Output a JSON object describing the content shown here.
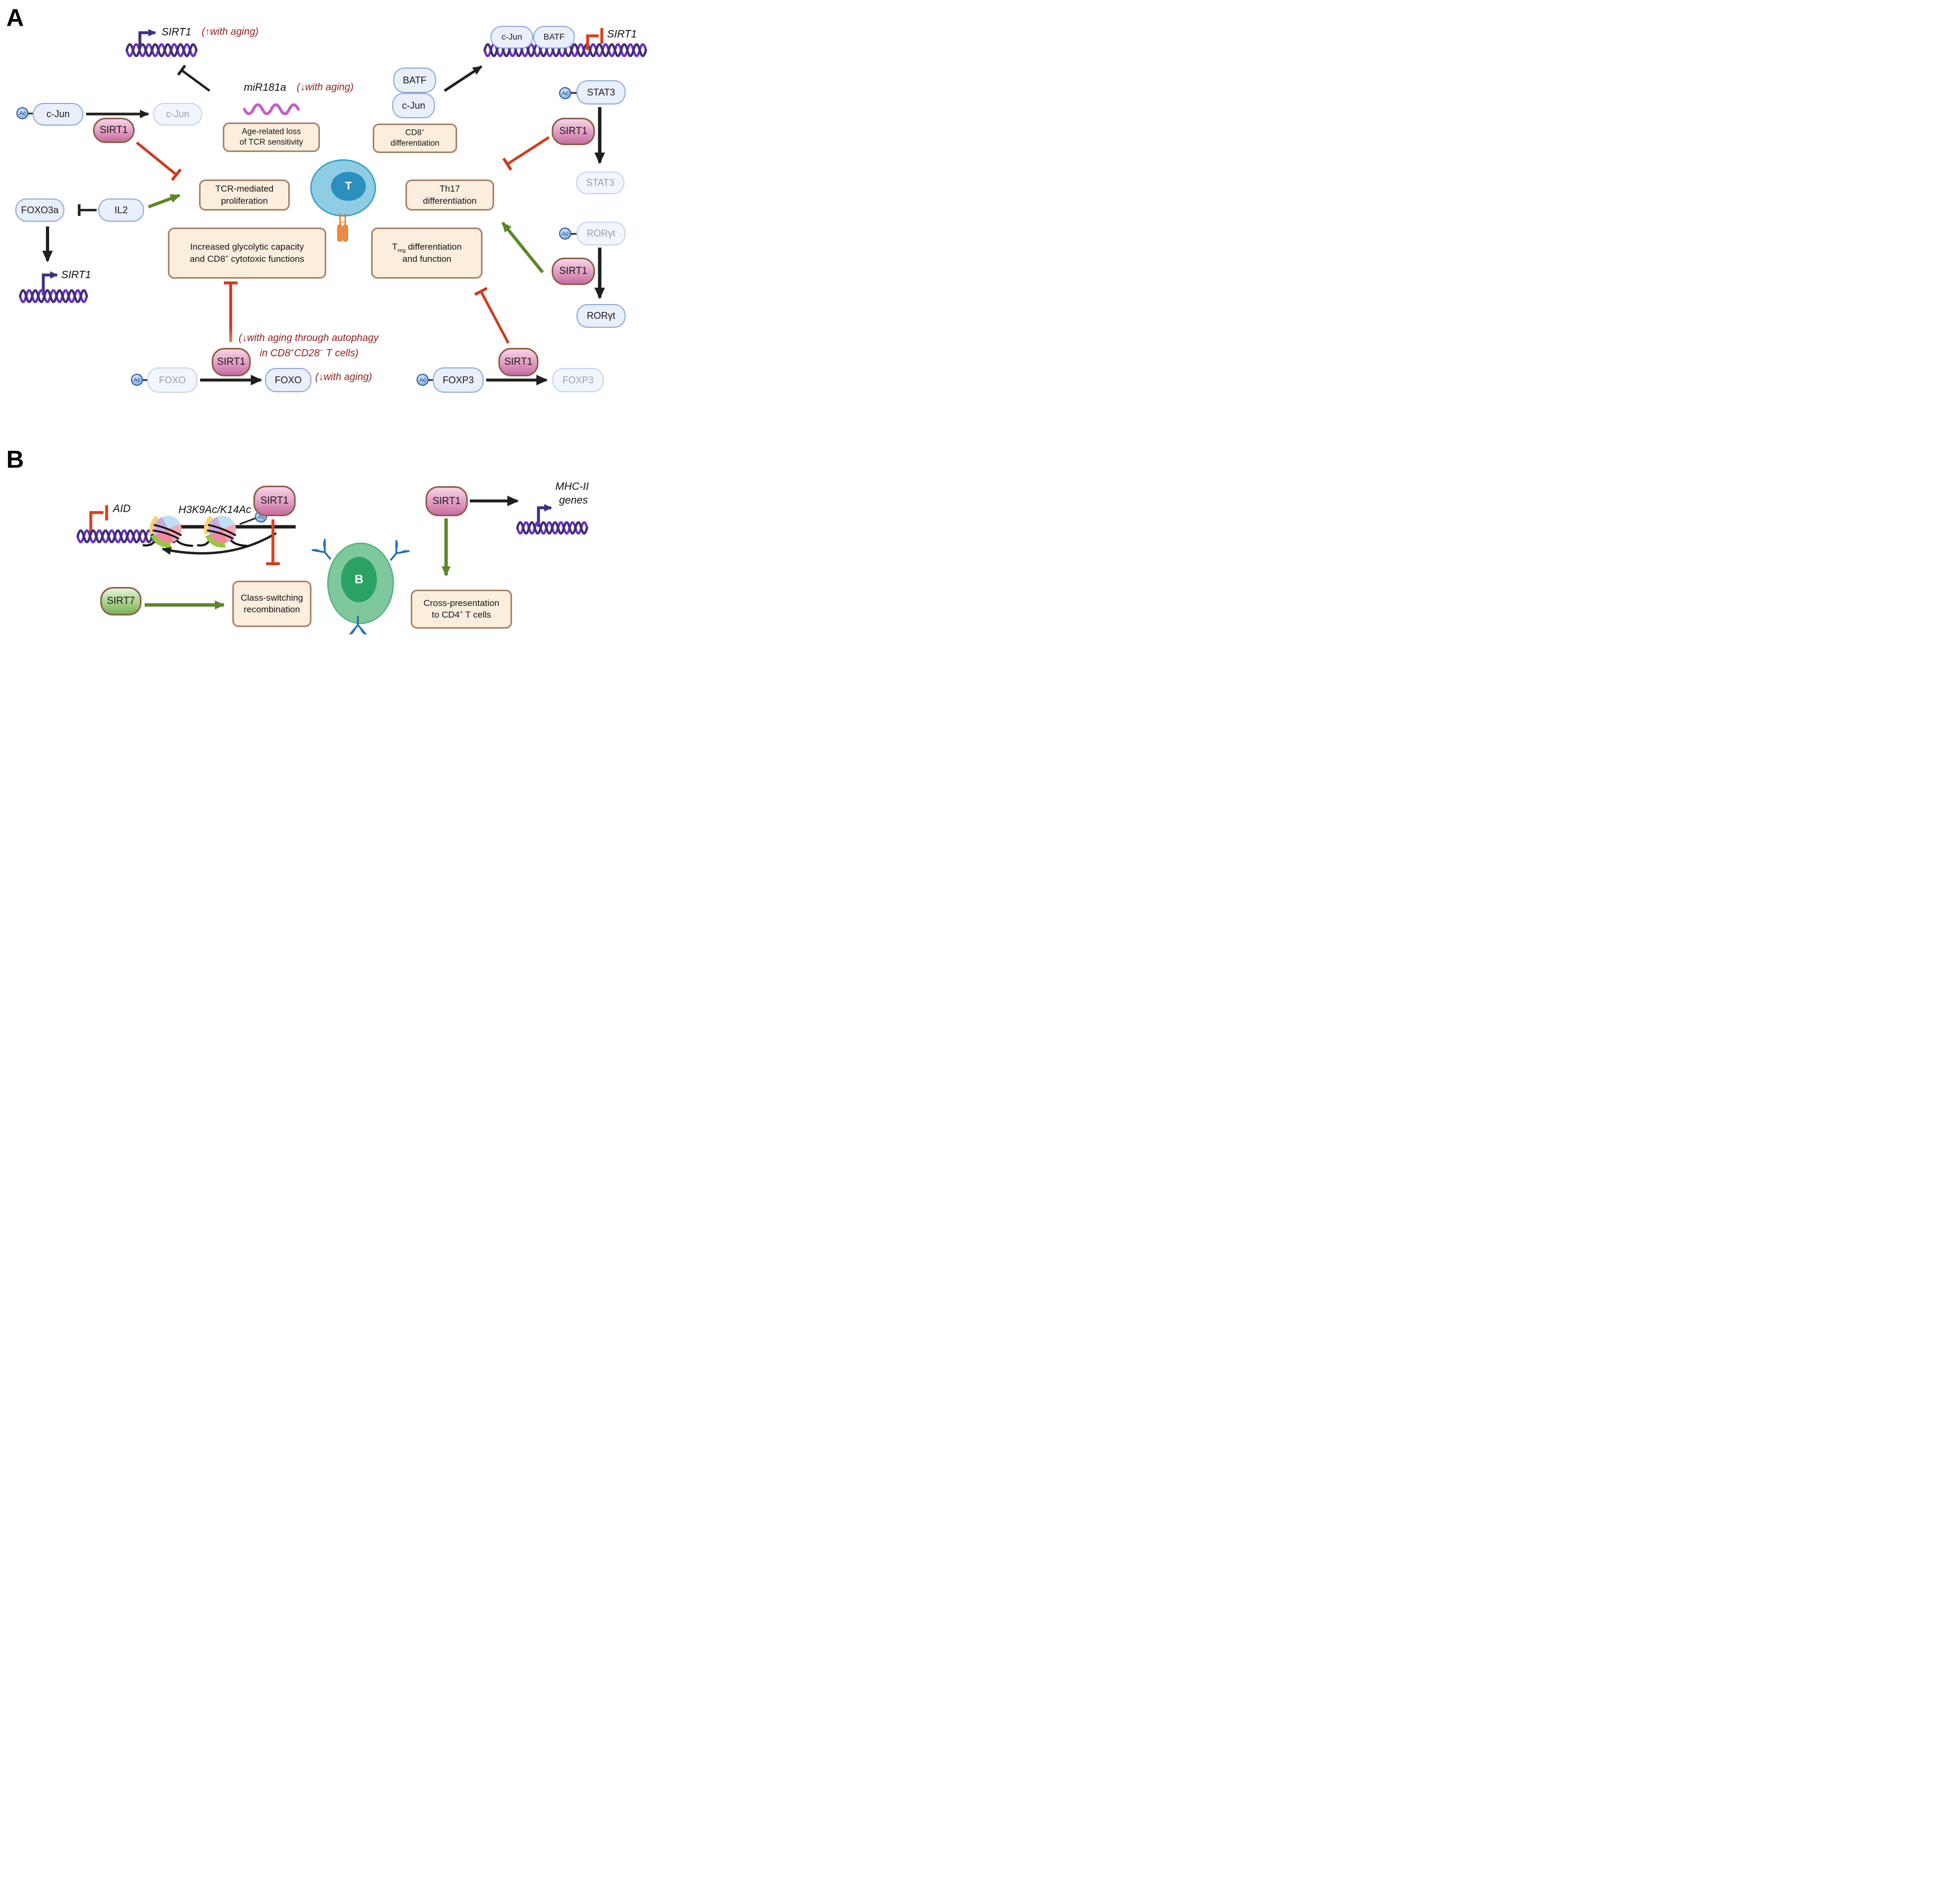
{
  "figure_type": "pathway-diagram",
  "shared": {
    "ac": "Ac",
    "sirt1": "SIRT1"
  },
  "panelA": {
    "label": "A",
    "sirt1_gene_top": "SIRT1",
    "sirt1_gene_top_note": "(↑with aging)",
    "mir181a": "miR181a",
    "mir181a_note": "(↓with aging)",
    "age_box": [
      "Age-related loss",
      "of TCR sensitivity"
    ],
    "cjun": "c-Jun",
    "foxo3a": "FOXO3a",
    "il2": "IL2",
    "sirt1_gene_left": "SIRT1",
    "tcr_box": [
      "TCR-mediated",
      "proliferation"
    ],
    "t_cell": "T",
    "batf": "BATF",
    "sirt1_gene_right": "SIRT1",
    "cd8_box": {
      "l1_pre": "CD8",
      "l1_sup": "+",
      "l2": "differentiation"
    },
    "th17_box": [
      "Th17",
      "differentiation"
    ],
    "stat3": "STAT3",
    "roryt": "RORγt",
    "glyc_box": {
      "l1": "Increased glycolytic capacity",
      "l2_pre": "and CD8",
      "l2_sup": "+",
      "l2_post": " cytotoxic functions"
    },
    "treg_box": {
      "l1_pre": "T",
      "l1_sub": "reg",
      "l1_post": " differentiation",
      "l2": "and function"
    },
    "autophagy_note": {
      "l1": "(↓with aging through autophagy",
      "l2_pre": "in CD8",
      "l2_sup1": "+",
      "l2_mid": "CD28",
      "l2_sup2": "−",
      "l2_post": " T cells)"
    },
    "foxo": "FOXO",
    "foxo_note": "(↓with aging)",
    "foxp3": "FOXP3"
  },
  "panelB": {
    "label": "B",
    "aid": "AID",
    "h3k9": "H3K9Ac/K14Ac",
    "sirt7": "SIRT7",
    "csr_box": [
      "Class-switching",
      "recombination"
    ],
    "b_cell": "B",
    "mhc": {
      "l1": "MHC-II",
      "l2": "genes"
    },
    "cross_box": {
      "l1": "Cross-presentation",
      "l2_pre": "to CD4",
      "l2_sup": "+",
      "l2_post": " T cells"
    }
  },
  "colors": {
    "pink_pill_fill": "#d98ab4",
    "pink_pill_border": "#8f6048",
    "green_pill_fill": "#9cc978",
    "blue_pill_fill": "#e9effb",
    "blue_pill_border": "#8fa8d8",
    "faded_pill_border": "#c7d2ec",
    "beige_box_fill": "#fbeedd",
    "beige_box_border": "#a9836a",
    "inhibit_red": "#cf3b1e",
    "activate_green": "#5c8727",
    "aging_text_darkred": "#8f1d1d",
    "dna_purple": "#6d2fc9",
    "dna_dark": "#403070",
    "promoter_arrow": "#3c3184",
    "mirna_wave": "#c45ec4",
    "t_cell_body": "#8fcde4",
    "t_cell_nucleus": "#2b8fc0",
    "b_cell_body": "#7fc79c",
    "b_cell_nucleus": "#2ba164",
    "antibody_blue": "#2572b0",
    "tcr_orange": "#e87722",
    "ac_border": "#2f5fa3"
  }
}
